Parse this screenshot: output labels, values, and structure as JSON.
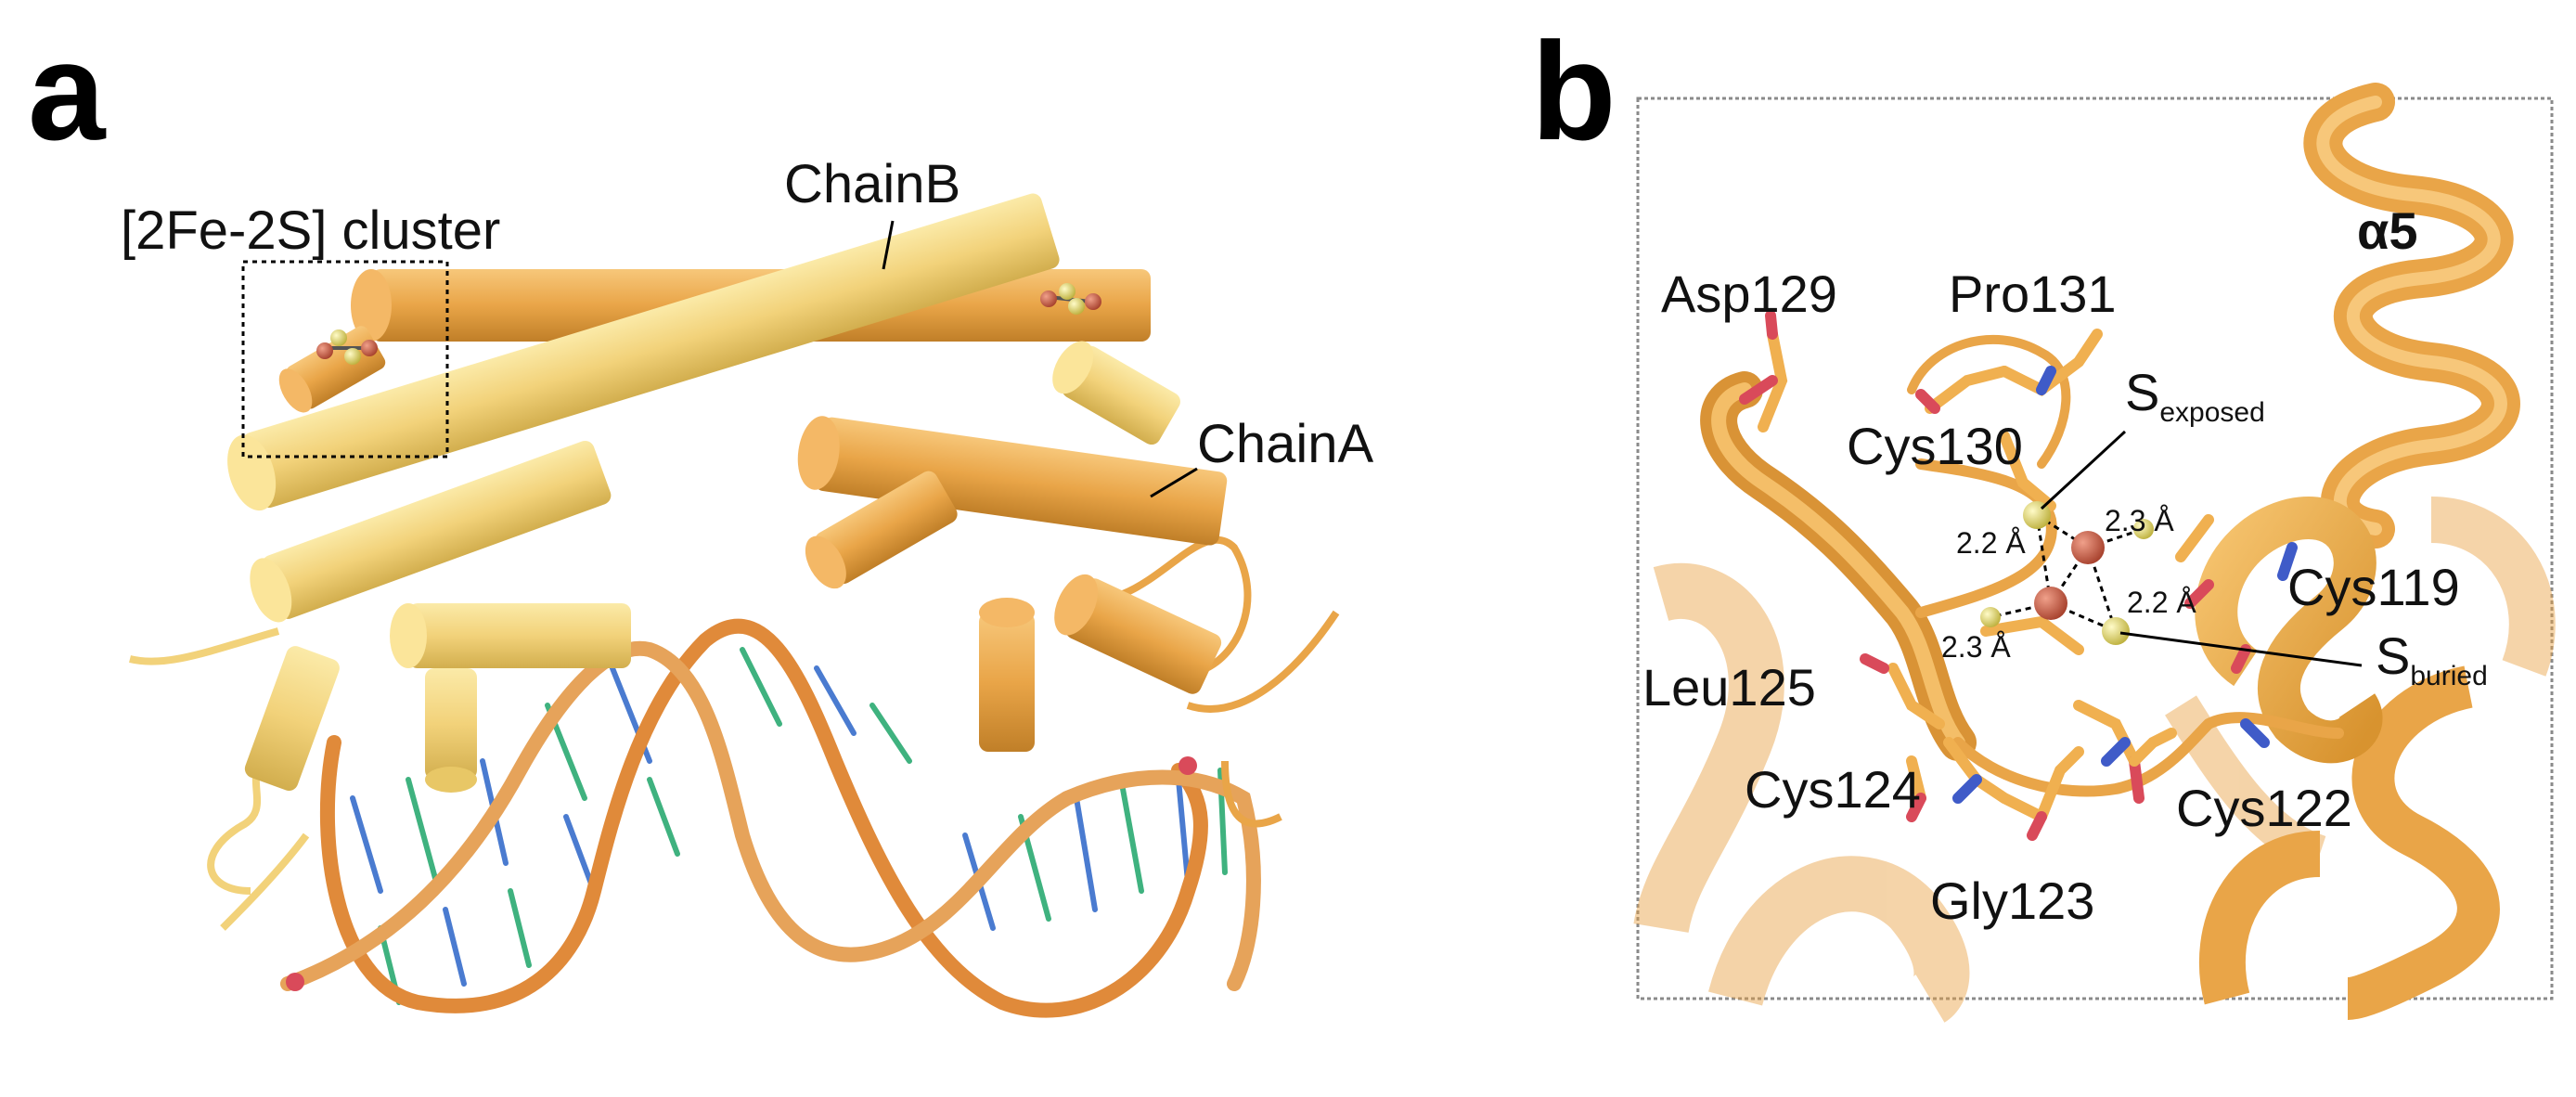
{
  "panel_a": {
    "letter": "a",
    "labels": {
      "cluster": "[2Fe-2S] cluster",
      "chain_b": "ChainB",
      "chain_a": "ChainA"
    }
  },
  "panel_b": {
    "letter": "b",
    "labels": {
      "helix": "α5",
      "asp129": "Asp129",
      "pro131": "Pro131",
      "cys130": "Cys130",
      "cys119": "Cys119",
      "leu125": "Leu125",
      "cys124": "Cys124",
      "cys122": "Cys122",
      "gly123": "Gly123",
      "s_exposed_main": "S",
      "s_exposed_sub": "exposed",
      "s_buried_main": "S",
      "s_buried_sub": "buried"
    },
    "distances": [
      "2.2 Å",
      "2.3 Å",
      "2.2 Å",
      "2.3 Å"
    ]
  },
  "colors": {
    "chain_a": "#E9A548",
    "chain_b": "#F2D27A",
    "dna_backbone": "#E08A3A",
    "iron": "#C8553D",
    "sulfur": "#E8DC6A"
  }
}
